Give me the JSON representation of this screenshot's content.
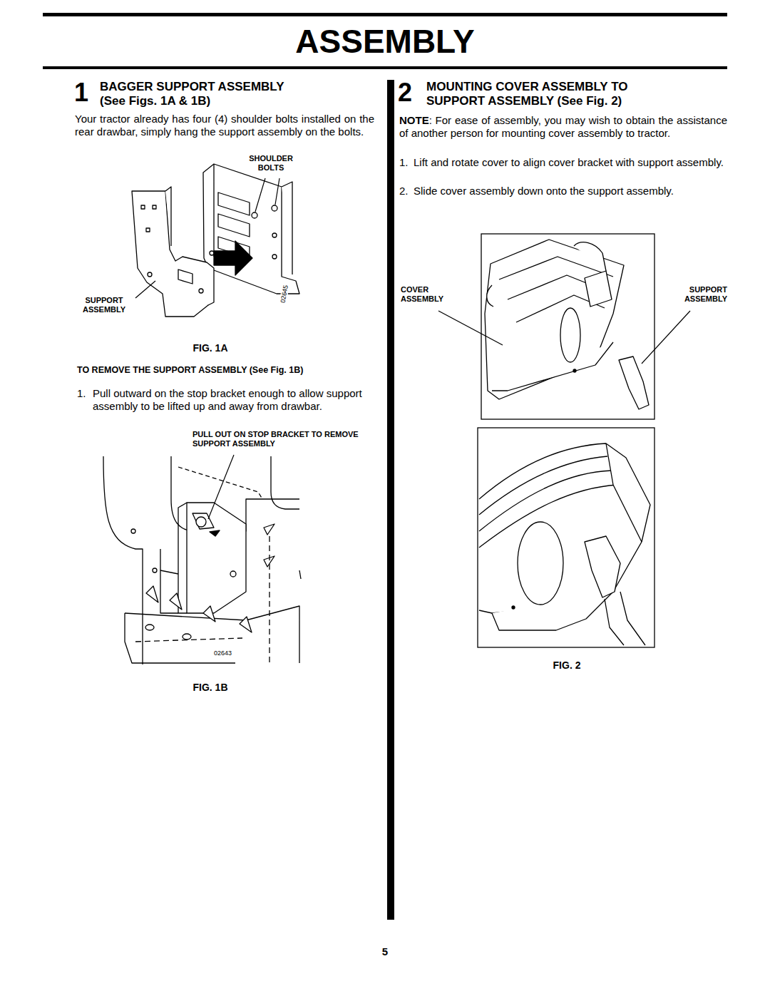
{
  "diagram": {
    "title": "ASSEMBLY",
    "labels": [
      "1",
      "BAGGER SUPPORT ASSEMBLY (See Figs. 1A & 1B)",
      "Your tractor already has four (4) shoulder bolts installed on the rear drawbar, simply hang the support assembly on the bolts.",
      "SHOULDER BOLTS",
      "SUPPORT ASSEMBLY",
      "02645",
      "FIG. 1A",
      "TO REMOVE THE SUPPORT ASSEMBLY (See Fig. 1B)",
      "1.",
      "Pull outward on the stop bracket enough to allow support assembly to be lifted up and away from drawbar.",
      "PULL OUT ON STOP BRACKET TO REMOVE SUPPORT ASSEMBLY",
      "02643",
      "FIG. 1B",
      "2",
      "MOUNTING COVER ASSEMBLY TO SUPPORT ASSEMBLY (See Fig. 2)",
      "NOTE",
      ": For ease of assembly, you may wish to obtain the assistance of another person for mounting cover assembly to tractor.",
      "1.",
      "Lift and rotate cover to align cover bracket with support assembly.",
      "2.",
      "Slide cover assembly down onto the support assembly.",
      "COVER ASSEMBLY",
      "SUPPORT ASSEMBLY",
      "FIG. 2",
      "5"
    ]
  }
}
